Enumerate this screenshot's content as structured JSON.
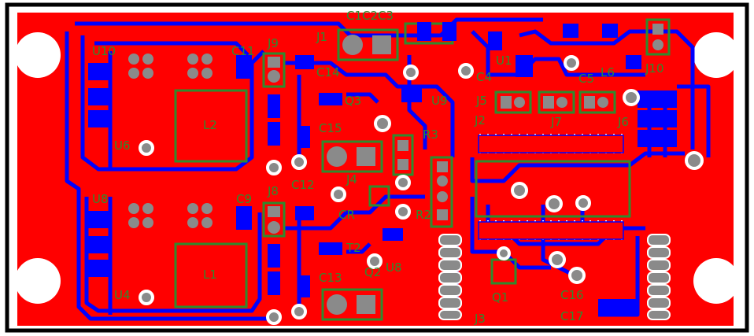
{
  "board": {
    "colors": {
      "copper_top": "#ff0000",
      "traces_bottom": "#0000ff",
      "silkscreen": "#2e8b2e",
      "pads": "#8a8a8a",
      "outline": "#000000",
      "background": "#ffffff"
    },
    "labels": {
      "c1c2c3": "C1C2C3",
      "u10": "U10",
      "c11": "C11",
      "j9": "J9",
      "j1": "J1",
      "c14": "C14",
      "c4": "C4",
      "u1": "U1",
      "c5": "C5",
      "l6": "L6",
      "j10": "J10",
      "q3": "Q3",
      "u9": "U9",
      "j5": "J5",
      "j7": "J7",
      "j2": "J2",
      "j6": "J6",
      "l2": "L2",
      "c15": "C15",
      "u6": "U6",
      "r3": "R3",
      "c12": "C12",
      "j4": "J4",
      "u8_top": "U8",
      "u8_mid": "U8",
      "c9": "C9",
      "j8": "J8",
      "cr": "CR",
      "r2": "R2",
      "t2": "T2",
      "q2": "Q2",
      "l1": "L1",
      "u4": "U4",
      "c13": "C13",
      "j3": "J3",
      "q1": "Q1",
      "c16": "C16",
      "c17": "C17"
    }
  }
}
